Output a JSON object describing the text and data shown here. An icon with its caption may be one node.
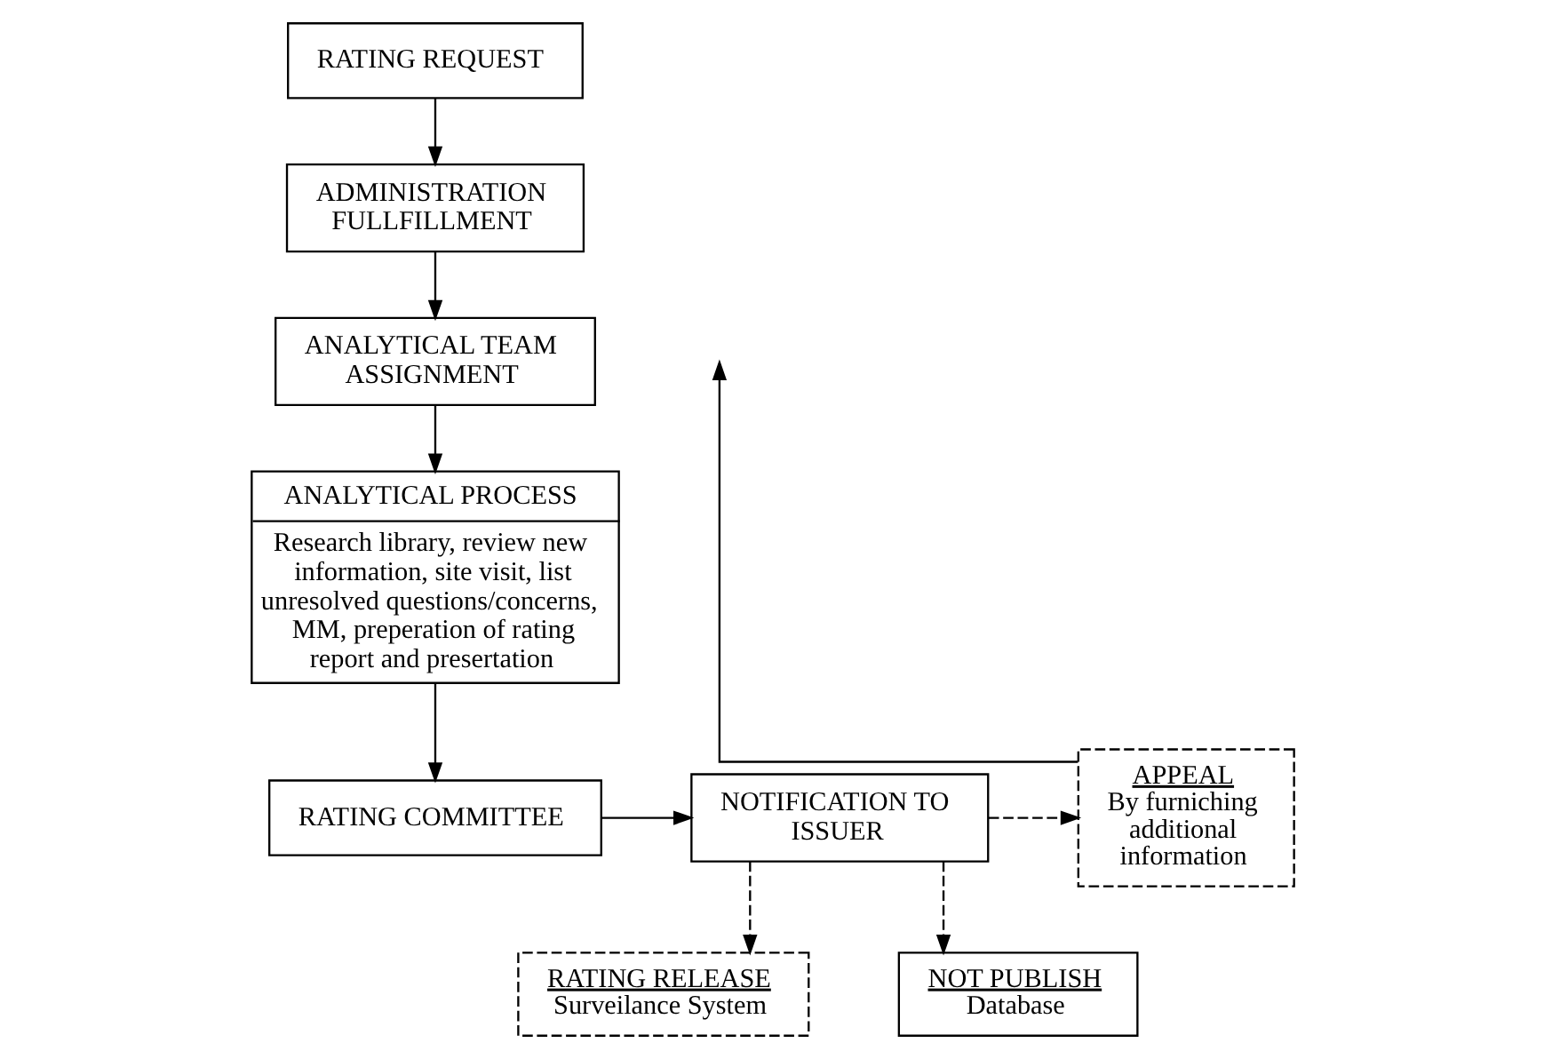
{
  "diagram": {
    "nodes": [
      {
        "text": [
          "RATING REQUEST"
        ]
      },
      {
        "text": [
          "ADMINISTRATION FULLFILLMENT"
        ]
      },
      {
        "text": [
          "ANALYTICAL TEAM ASSIGNMENT"
        ]
      },
      {
        "text": [
          "ANALYTICAL PROCESS",
          "Research library, review new information, site visit, list unresolved questions/concerns, MM, preperation of rating report and presertation"
        ]
      },
      {
        "text": [
          "RATING COMMITTEE"
        ]
      },
      {
        "text": [
          "NOTIFICATION TO ISSUER"
        ]
      },
      {
        "text": [
          "APPEAL",
          "By furniching additional information"
        ]
      },
      {
        "text": [
          "RATING RELEASE",
          "Surveilance System"
        ]
      },
      {
        "text": [
          "NOT PUBLISH",
          "Database"
        ]
      }
    ],
    "edges": [
      {
        "from": 0,
        "to": 1,
        "arrow": "to"
      },
      {
        "from": 1,
        "to": 2,
        "arrow": "to"
      },
      {
        "from": 2,
        "to": 3,
        "arrow": "to"
      },
      {
        "from": 3,
        "to": 4,
        "arrow": "to"
      },
      {
        "from": 4,
        "to": 5,
        "arrow": "to"
      },
      {
        "from": 5,
        "to": 6,
        "arrow": "to",
        "style": "dashed"
      },
      {
        "from": 6,
        "to": null,
        "arrow": "to"
      },
      {
        "from": 5,
        "to": 7,
        "arrow": "to",
        "style": "dashed"
      },
      {
        "from": 5,
        "to": 8,
        "arrow": "to",
        "style": "dashed"
      }
    ]
  }
}
